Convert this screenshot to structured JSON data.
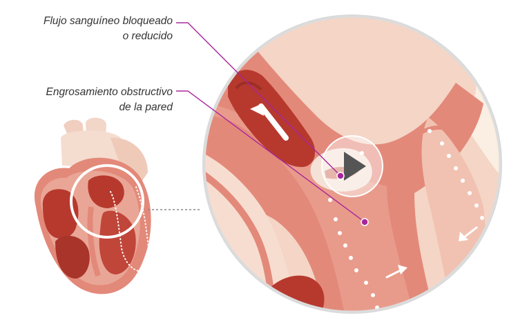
{
  "diagram": {
    "callouts": [
      {
        "lines": [
          "Flujo sanguíneo bloqueado",
          "o reducido"
        ]
      },
      {
        "lines": [
          "Engrosamiento obstructivo",
          "de la pared"
        ]
      }
    ],
    "colors": {
      "tissue": "#e3897a",
      "tissue_dark": "#cc6a5b",
      "tissue_light": "#efcab9",
      "blood": "#b7392e",
      "blood_dark": "#9c2e25",
      "leader_line": "#a8269a",
      "circle_border": "#d9d9d9"
    },
    "icons": [
      "play-icon",
      "flow-arrow-icon"
    ]
  }
}
